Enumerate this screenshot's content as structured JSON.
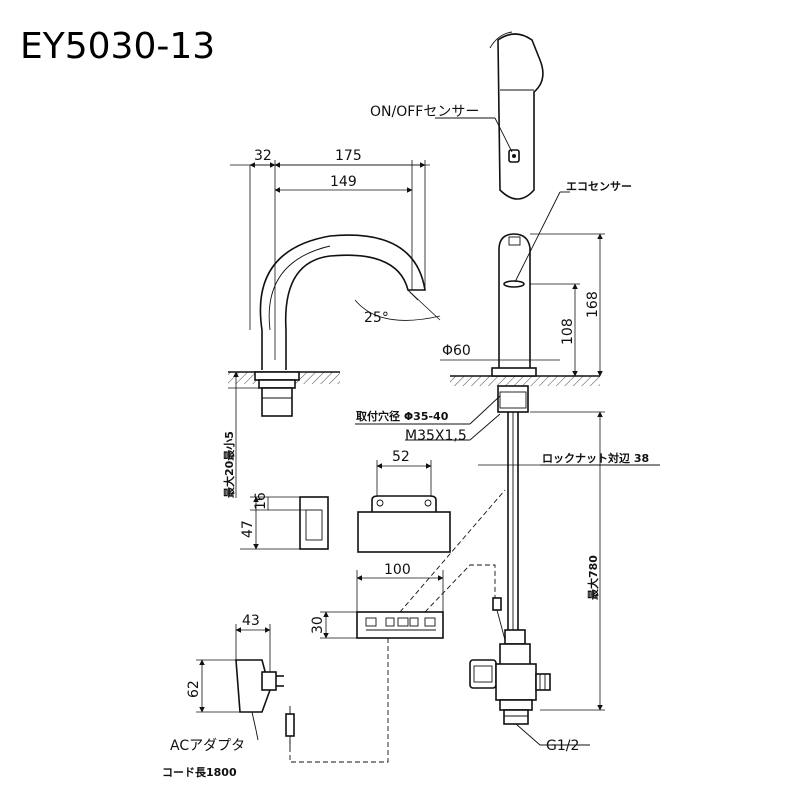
{
  "title": "EY5030-13",
  "dimensions": {
    "d32": "32",
    "d175": "175",
    "d149": "149",
    "angle": "25°",
    "phi60": "Φ60",
    "d108": "108",
    "d168": "168",
    "d52": "52",
    "d47": "47",
    "d16": "16",
    "d100": "100",
    "d30": "30",
    "d43": "43",
    "d62": "62",
    "max780": "最大780",
    "max20": "最大20最小5"
  },
  "labels": {
    "onoff_sensor": "ON/OFFセンサー",
    "eco_sensor": "エコセンサー",
    "mount_hole": "取付穴径 Φ35-40",
    "thread": "M35X1,5",
    "locknut": "ロックナット対辺 38",
    "g12": "G1/2",
    "adapter": "ACアダプタ",
    "cord": "コード長1800"
  },
  "colors": {
    "line": "#111111",
    "background": "#ffffff"
  }
}
